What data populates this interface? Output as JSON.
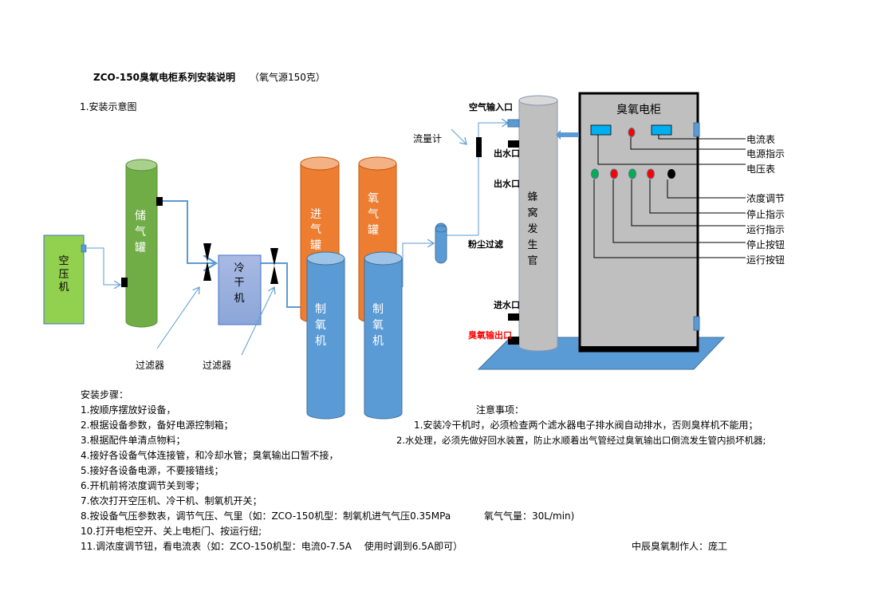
{
  "header": {
    "title": "ZCO-150臭氧电柜系列安装说明",
    "subtitle": "（氧气源150克）",
    "section": "1.安装示意图"
  },
  "diagram": {
    "air_compressor": [
      "空",
      "压",
      "机"
    ],
    "storage_tank": [
      "储",
      "气",
      "罐"
    ],
    "dryer": [
      "冷",
      "干",
      "机"
    ],
    "intake_tank": [
      "进",
      "气",
      "罐"
    ],
    "oxygen_tank": [
      "氧",
      "气",
      "罐"
    ],
    "oxygen_gen": [
      "制",
      "氧",
      "机"
    ],
    "filter_label": "过滤器",
    "flowmeter": "流量计",
    "dust_filter": "粉尘过滤",
    "air_inlet": "空气输入口",
    "water_out": "出水口",
    "water_in": "进水口",
    "ozone_out": "臭氧输出口",
    "tube": [
      "蜂",
      "窝",
      "发",
      "生",
      "官"
    ],
    "cabinet_title": "臭氧电柜",
    "callouts": [
      "电流表",
      "电源指示",
      "电压表",
      "浓度调节",
      "停止指示",
      "运行指示",
      "停止按钮",
      "运行按钮"
    ],
    "colors": {
      "green_tank": "#70ad47",
      "compressor": "#92d050",
      "orange": "#ed7d31",
      "blue": "#5b9bd5",
      "cabinet": "#bfbfbf",
      "meter": "#00b0f0",
      "red": "#ff0000",
      "led_green": "#00b050",
      "ozone_out_text": "#ff0000"
    }
  },
  "steps": {
    "heading": "安装步骤：",
    "items": [
      "1.按顺序摆放好设备，",
      "2.根据设备参数，备好电源控制箱；",
      "3.根据配件单清点物料；",
      "4.接好各设备气体连接管，和冷却水管；臭氧输出口暂不接，",
      "5.接好各设备电源，不要接错线；",
      "6.开机前将浓度调节关到零；",
      "7.依次打开空压机、冷干机、制氧机开关；",
      "8.按设备气压参数表，调节气压、气里（如：ZCO-150机型：制氧机进气气压0.35MPa",
      "10.打开电柜空开、关上电柜门、按运行纽;",
      "11.调浓度调节钮，看电流表（如：ZCO-150机型：电流0-7.5A　 使用时调到6.5A即可）"
    ],
    "item8_extra": "氧气气量：30L/min)"
  },
  "notes": {
    "heading": "注意事项：",
    "items": [
      "1.安装冷干机时，必须检查两个滤水器电子排水阀自动排水，否则臭样机不能用；",
      "2.水处理，必须先做好回水装置，防止水顺着出气管经过臭氧输出口倒流发生管内损坏机器;"
    ]
  },
  "author": "中辰臭氧制作人：庞工"
}
